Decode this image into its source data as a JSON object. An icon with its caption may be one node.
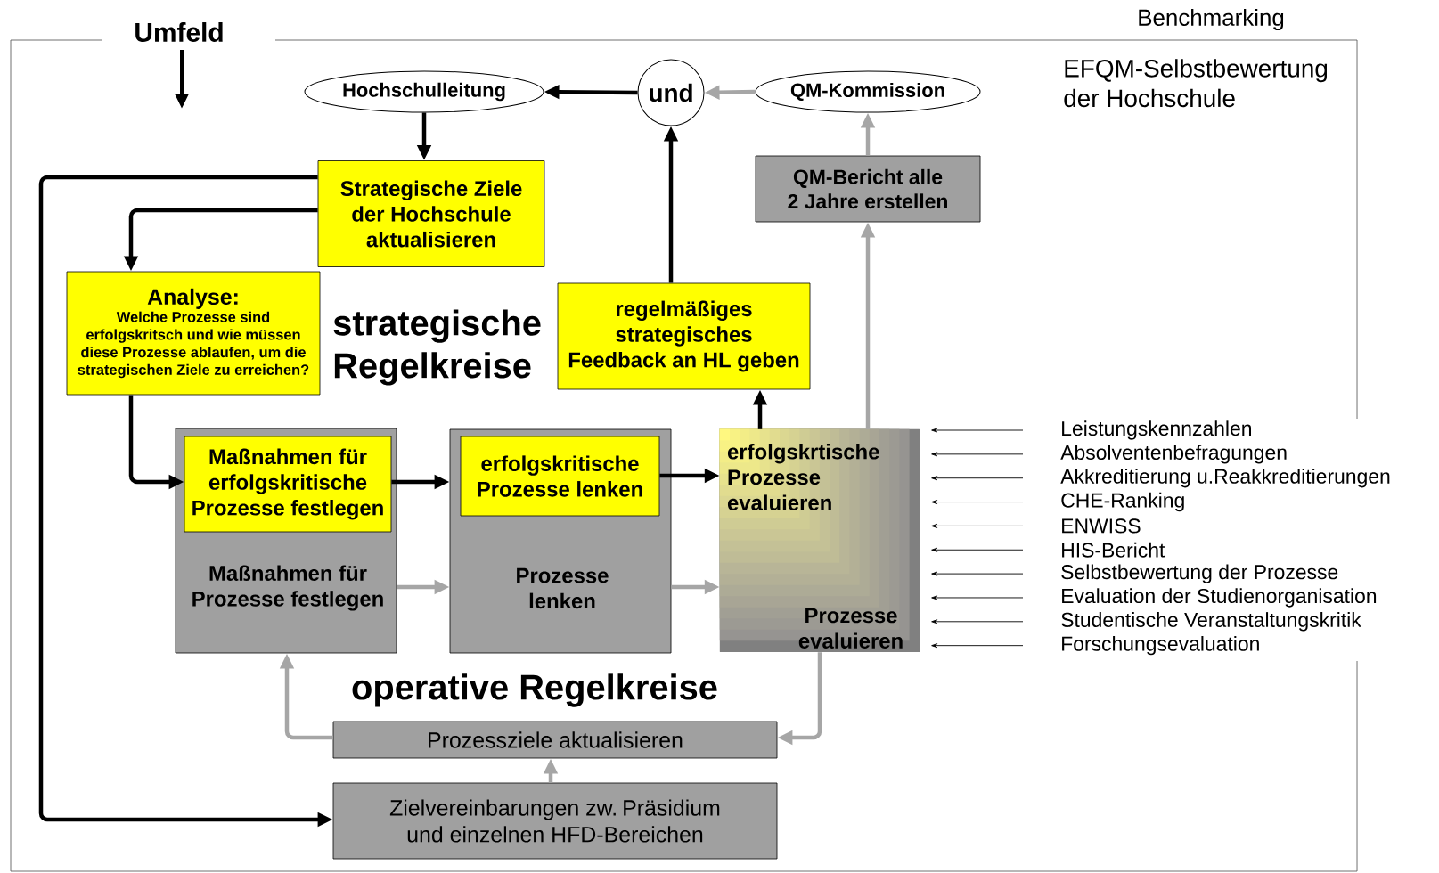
{
  "diagram": {
    "nodes": [
      {
        "text": [
          "Umfeld"
        ]
      },
      {
        "text": [
          "Hochschulleitung"
        ],
        "in": 0
      },
      {
        "text": [
          "und"
        ],
        "in": 0
      },
      {
        "text": [
          "QM-Kommission"
        ],
        "in": 0
      },
      {
        "text": [
          "QM-Bericht alle 2 Jahre erstellen"
        ],
        "in": 0
      },
      {
        "text": [
          "Strategische Ziele der Hochschule aktualisieren"
        ],
        "in": 0
      },
      {
        "text": [
          "Analyse:",
          "Welche Prozesse sind erfolgskritsch und wie müssen diese Prozesse ablaufen, um die strategischen Ziele zu erreichen?"
        ],
        "in": 0
      },
      {
        "text": [
          "regelmäßiges strategisches Feedback an HL geben"
        ],
        "in": 0
      },
      {
        "text": [
          "Maßnahmen für Prozesse festlegen"
        ],
        "in": 0
      },
      {
        "text": [
          "Maßnahmen für erfolgskritische Prozesse festlegen"
        ],
        "in": 8
      },
      {
        "text": [
          "Prozesse lenken"
        ],
        "in": 0
      },
      {
        "text": [
          "erfolgskritische Prozesse lenken"
        ],
        "in": 10
      },
      {
        "text": [
          "erfolgskrtische Prozesse evaluieren",
          "Prozesse evaluieren"
        ],
        "in": 0
      },
      {
        "text": [
          "Prozessziele aktualisieren"
        ],
        "in": 0
      },
      {
        "text": [
          "Zielvereinbarungen zw. Präsidium und einzelnen HFD-Bereichen"
        ],
        "in": 0
      },
      {
        "text": [
          "Leistungskennzahlen"
        ],
        "in": 0
      },
      {
        "text": [
          "Absolventenbefragungen"
        ],
        "in": 0
      },
      {
        "text": [
          "Akkreditierung u.Reakkreditierungen"
        ],
        "in": 0
      },
      {
        "text": [
          "CHE-Ranking"
        ],
        "in": 0
      },
      {
        "text": [
          "ENWISS"
        ],
        "in": 0
      },
      {
        "text": [
          "HIS-Bericht"
        ],
        "in": 0
      },
      {
        "text": [
          "Selbstbewertung der Prozesse"
        ],
        "in": 0
      },
      {
        "text": [
          "Evaluation der Studienorganisation"
        ],
        "in": 0
      },
      {
        "text": [
          "Studentische Veranstaltungskritik"
        ],
        "in": 0
      },
      {
        "text": [
          "Forschungsevaluation"
        ],
        "in": 0
      }
    ],
    "edges": [
      {
        "from": 2,
        "to": 1,
        "arrow": "to"
      },
      {
        "from": 3,
        "to": 2,
        "arrow": "to",
        "color": "#a6a6a6"
      },
      {
        "from": 1,
        "to": 5,
        "arrow": "to"
      },
      {
        "from": 7,
        "to": 2,
        "arrow": "to"
      },
      {
        "from": 4,
        "to": 3,
        "arrow": "to",
        "color": "#a6a6a6"
      },
      {
        "from": 12,
        "to": 4,
        "arrow": "to",
        "color": "#a6a6a6"
      },
      {
        "from": 12,
        "to": 7,
        "arrow": "to"
      },
      {
        "from": 5,
        "to": 6,
        "arrow": "to"
      },
      {
        "from": 5,
        "to": 14,
        "arrow": "to"
      },
      {
        "from": 6,
        "to": 9,
        "arrow": "to"
      },
      {
        "from": 9,
        "to": 10,
        "arrow": "to"
      },
      {
        "from": 11,
        "to": 12,
        "arrow": "to"
      },
      {
        "from": 8,
        "to": 10,
        "arrow": "to",
        "color": "#a6a6a6"
      },
      {
        "from": 10,
        "to": 12,
        "arrow": "to",
        "color": "#a6a6a6"
      },
      {
        "from": 12,
        "to": 13,
        "arrow": "to",
        "color": "#a6a6a6"
      },
      {
        "from": 13,
        "to": 8,
        "arrow": "to",
        "color": "#a6a6a6"
      },
      {
        "from": 14,
        "to": 13,
        "arrow": "to",
        "color": "#a6a6a6"
      },
      {
        "from": 15,
        "to": 12,
        "arrow": "to"
      },
      {
        "from": 16,
        "to": 12,
        "arrow": "to"
      },
      {
        "from": 17,
        "to": 12,
        "arrow": "to"
      },
      {
        "from": 18,
        "to": 12,
        "arrow": "to"
      },
      {
        "from": 19,
        "to": 12,
        "arrow": "to"
      },
      {
        "from": 20,
        "to": 12,
        "arrow": "to"
      },
      {
        "from": 21,
        "to": 12,
        "arrow": "to"
      },
      {
        "from": 22,
        "to": 12,
        "arrow": "to"
      },
      {
        "from": 23,
        "to": 12,
        "arrow": "to"
      },
      {
        "from": 24,
        "to": 12,
        "arrow": "to"
      }
    ],
    "labels": [
      "Benchmarking",
      "EFQM-Selbstbewertung der Hochschule",
      "strategische Regelkreise",
      "operative Regelkreise"
    ]
  }
}
